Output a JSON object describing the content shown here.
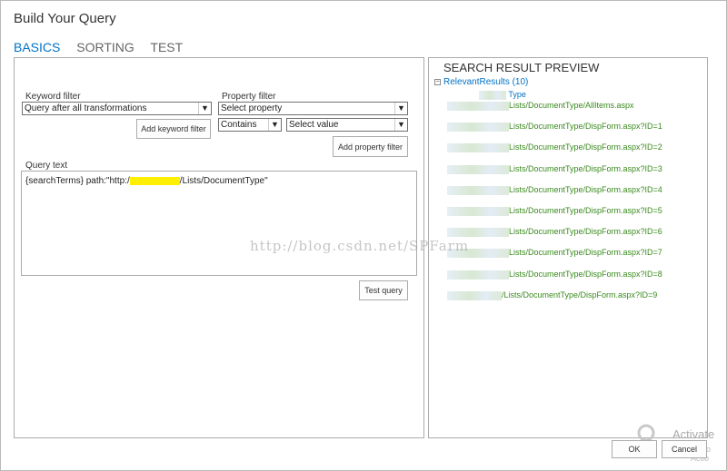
{
  "dialog": {
    "title": "Build Your Query"
  },
  "tabs": [
    "BASICS",
    "SORTING",
    "TEST"
  ],
  "keyword_filter": {
    "label": "Keyword filter",
    "selected": "Query after all transformations",
    "add_button": "Add keyword filter"
  },
  "property_filter": {
    "label": "Property filter",
    "property_selected": "Select property",
    "operator_selected": "Contains",
    "value_selected": "Select value",
    "add_button": "Add property filter"
  },
  "query_text": {
    "label": "Query text",
    "value_prefix": "{searchTerms} path:\"http:/",
    "value_suffix": "/Lists/DocumentType\"",
    "test_button": "Test query"
  },
  "preview": {
    "title": "SEARCH RESULT PREVIEW",
    "root_label": "RelevantResults (10)",
    "toggle": "−",
    "header_fragment": "Type",
    "results": [
      "Lists/DocumentType/AllItems.aspx",
      "Lists/DocumentType/DispForm.aspx?ID=1",
      "Lists/DocumentType/DispForm.aspx?ID=2",
      "Lists/DocumentType/DispForm.aspx?ID=3",
      "Lists/DocumentType/DispForm.aspx?ID=4",
      "Lists/DocumentType/DispForm.aspx?ID=5",
      "Lists/DocumentType/DispForm.aspx?ID=6",
      "Lists/DocumentType/DispForm.aspx?ID=7",
      "Lists/DocumentType/DispForm.aspx?ID=8",
      "/Lists/DocumentType/DispForm.aspx?ID=9"
    ]
  },
  "footer": {
    "ok": "OK",
    "cancel": "Cancel"
  },
  "overlay": {
    "watermark": "http://blog.csdn.net/SPFarm",
    "activate": "Activate",
    "activate_sub": "Go to Actio"
  }
}
